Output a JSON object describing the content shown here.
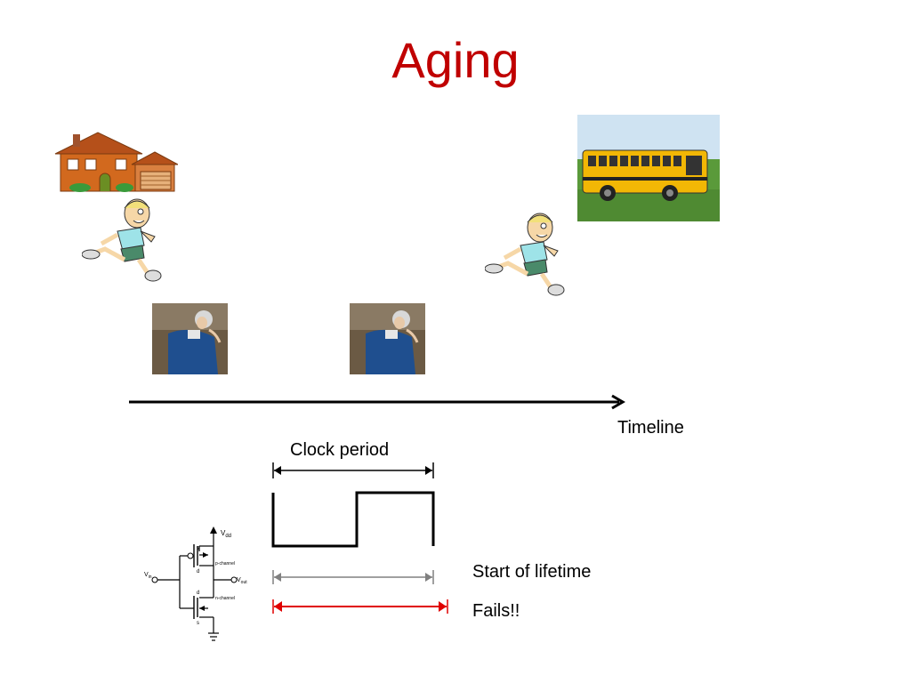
{
  "slide": {
    "title": "Aging",
    "timeline_label": "Timeline",
    "clock_period_label": "Clock period",
    "start_label": "Start of lifetime",
    "fails_label": "Fails!!"
  },
  "circuit": {
    "vdd": "V",
    "vdd_sub": "dd",
    "vin": "V",
    "vin_sub": "in",
    "vout": "V",
    "vout_sub": "out",
    "s_top": "s",
    "d_top": "d",
    "p_channel": "p-channel",
    "d_bottom": "d",
    "s_bottom": "s",
    "n_channel": "n-channel"
  },
  "colors": {
    "title": "#c00000",
    "fails_arrow": "#e00000",
    "start_arrow": "#808080"
  },
  "icons": [
    "house-icon",
    "running-boy-icon",
    "school-bus-photo",
    "old-woman-photo",
    "cmos-inverter-icon"
  ]
}
